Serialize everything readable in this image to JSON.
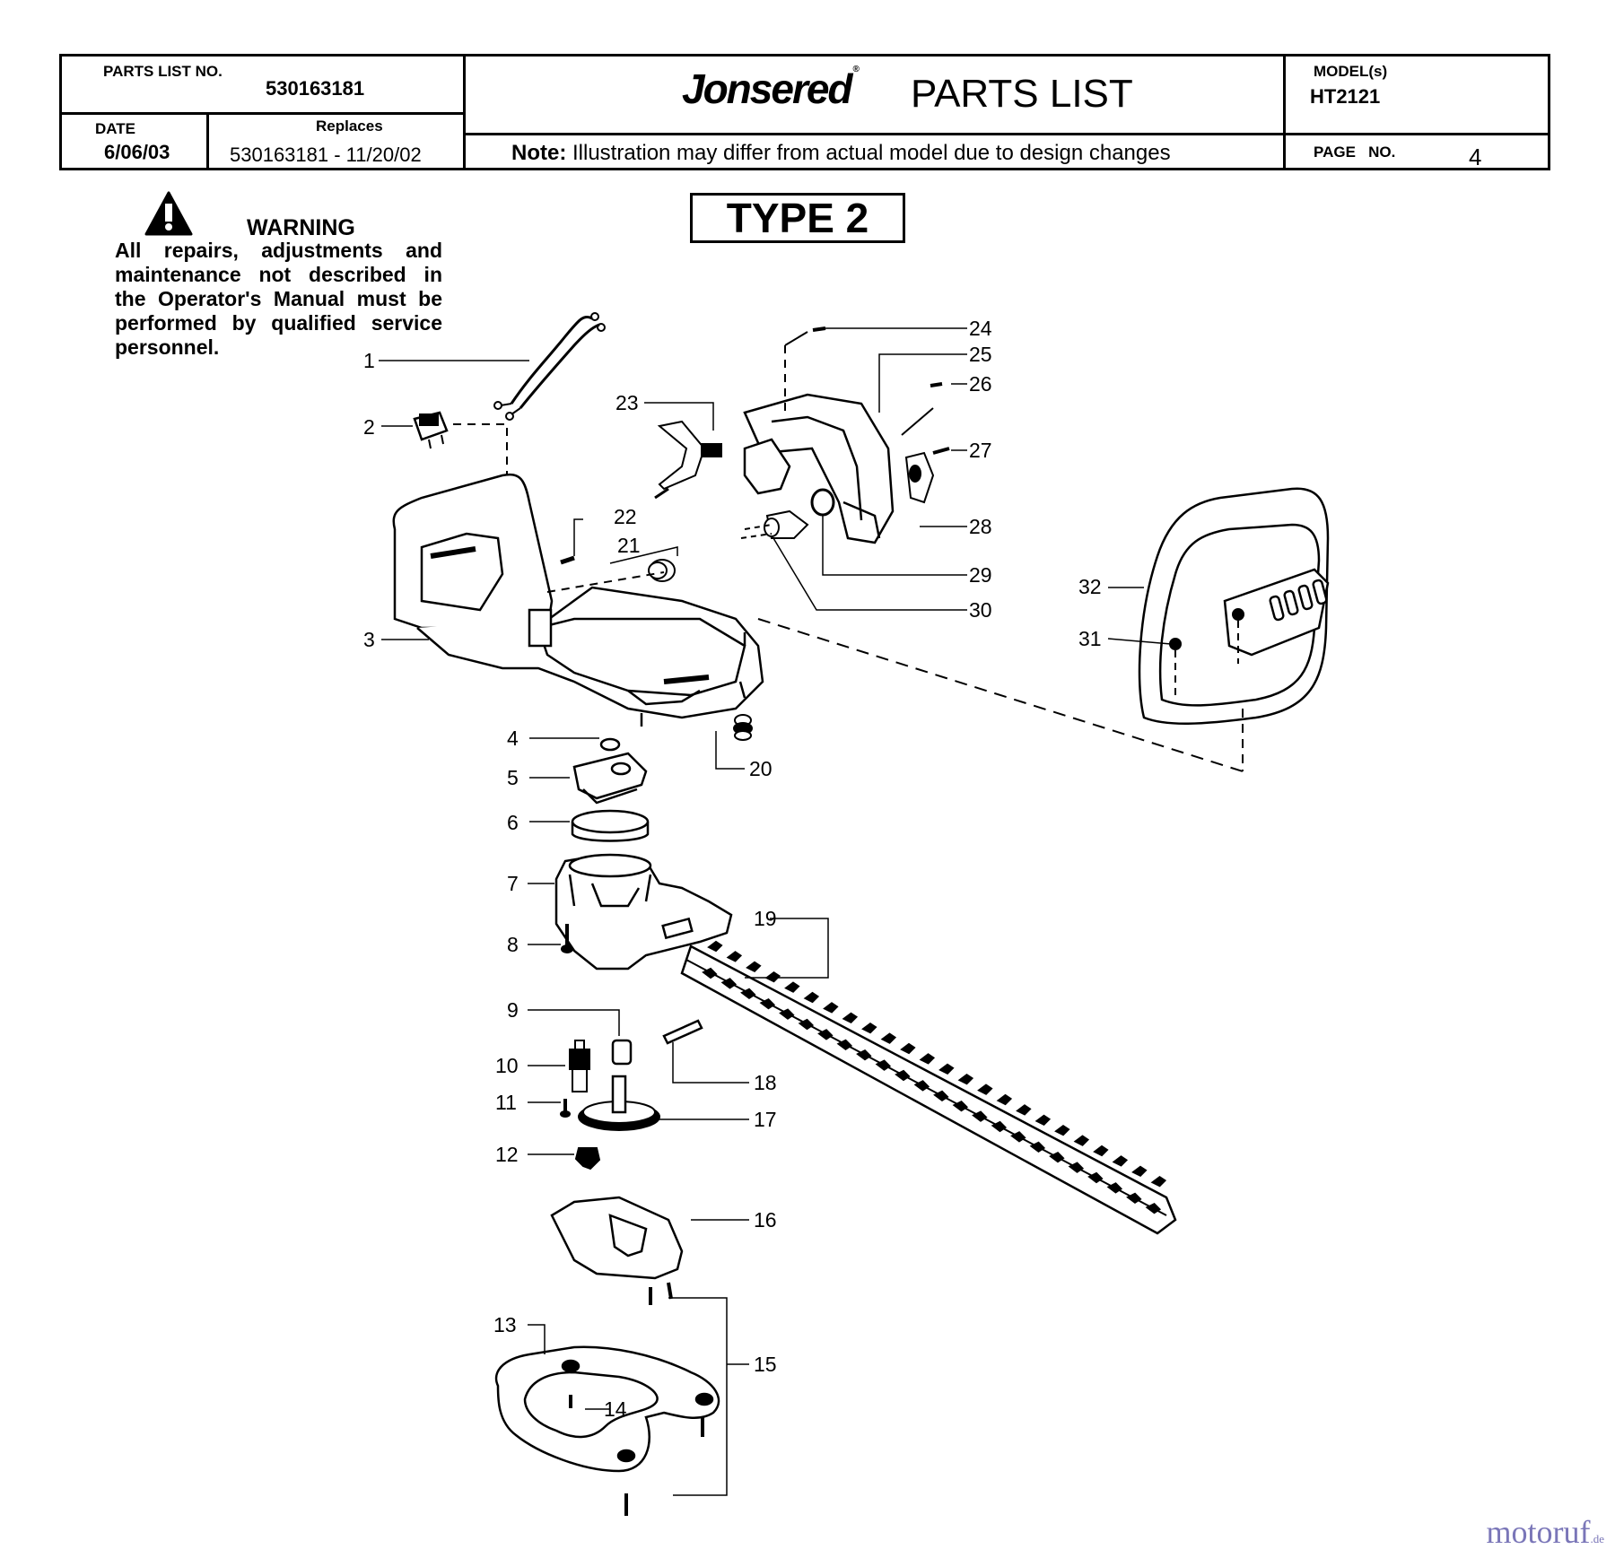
{
  "header": {
    "parts_list_no_label": "PARTS LIST NO.",
    "parts_list_no": "530163181",
    "date_label": "DATE",
    "date": "6/06/03",
    "replaces_label": "Replaces",
    "replaces": "530163181 - 11/20/02",
    "brand": "Jonsered",
    "title": "PARTS LIST",
    "note_label": "Note:",
    "note_text": "Illustration may differ from actual model due to design changes",
    "models_label": "MODEL(s)",
    "model": "HT2121",
    "page_label": "PAGE   NO.",
    "page_no": "4"
  },
  "type_label": "TYPE 2",
  "warning": {
    "title": "WARNING",
    "text": "All repairs, adjustments and maintenance not described in the Operator's Manual must be performed by qualified service personnel."
  },
  "callouts": [
    "1",
    "2",
    "3",
    "4",
    "5",
    "6",
    "7",
    "8",
    "9",
    "10",
    "11",
    "12",
    "13",
    "14",
    "15",
    "16",
    "17",
    "18",
    "19",
    "20",
    "21",
    "22",
    "23",
    "24",
    "25",
    "26",
    "27",
    "28",
    "29",
    "30",
    "31",
    "32"
  ],
  "watermark": {
    "text": "motoruf",
    "suffix": ".de"
  }
}
